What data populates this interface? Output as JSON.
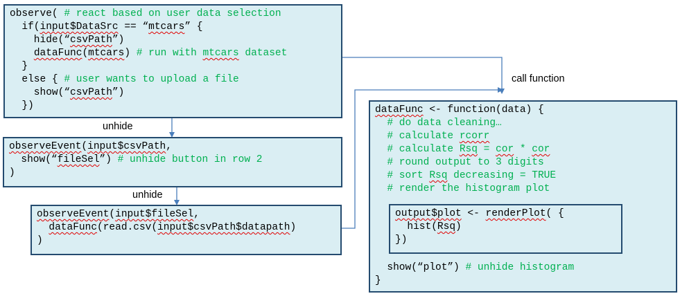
{
  "boxes": {
    "observe": {
      "lines": [
        [
          {
            "t": "observe( "
          },
          {
            "t": "# react based on user data selection",
            "c": "cm"
          }
        ],
        [
          {
            "t": "  if("
          },
          {
            "t": "input$DataSrc",
            "s": 1
          },
          {
            "t": " == “"
          },
          {
            "t": "mtcars",
            "s": 1
          },
          {
            "t": "” {"
          }
        ],
        [
          {
            "t": "    hide(“"
          },
          {
            "t": "csvPath",
            "s": 1
          },
          {
            "t": "”)"
          }
        ],
        [
          {
            "t": "    "
          },
          {
            "t": "dataFunc",
            "s": 1
          },
          {
            "t": "("
          },
          {
            "t": "mtcars",
            "s": 1
          },
          {
            "t": ") "
          },
          {
            "t": "# run with ",
            "c": "cm"
          },
          {
            "t": "mtcars",
            "c": "cm",
            "s": 1
          },
          {
            "t": " dataset",
            "c": "cm"
          }
        ],
        [
          {
            "t": "  }"
          }
        ],
        [
          {
            "t": "  else { "
          },
          {
            "t": "# user wants to upload a file",
            "c": "cm"
          }
        ],
        [
          {
            "t": "    show(“"
          },
          {
            "t": "csvPath",
            "s": 1
          },
          {
            "t": "”)"
          }
        ],
        [
          {
            "t": "  })"
          }
        ]
      ]
    },
    "observe_event_csv": {
      "lines": [
        [
          {
            "t": "observeEvent",
            "s": 1
          },
          {
            "t": "("
          },
          {
            "t": "input$csvPath",
            "s": 1
          },
          {
            "t": ","
          }
        ],
        [
          {
            "t": "  show(“"
          },
          {
            "t": "fileSel",
            "s": 1
          },
          {
            "t": "”) "
          },
          {
            "t": "# unhide button in row 2",
            "c": "cm"
          }
        ],
        [
          {
            "t": ")"
          }
        ]
      ]
    },
    "observe_event_file": {
      "lines": [
        [
          {
            "t": "observeEvent",
            "s": 1
          },
          {
            "t": "("
          },
          {
            "t": "input$fileSel",
            "s": 1
          },
          {
            "t": ","
          }
        ],
        [
          {
            "t": "  "
          },
          {
            "t": "dataFunc",
            "s": 1
          },
          {
            "t": "(read.csv("
          },
          {
            "t": "input$csvPath$datapath",
            "s": 1
          },
          {
            "t": ")"
          }
        ],
        [
          {
            "t": ")"
          }
        ]
      ]
    },
    "data_func": {
      "lines": [
        [
          {
            "t": "dataFunc",
            "s": 1
          },
          {
            "t": " <- function(data) {"
          }
        ],
        [
          {
            "t": "  "
          },
          {
            "t": "# do data cleaning…",
            "c": "cm"
          }
        ],
        [
          {
            "t": "  "
          },
          {
            "t": "# calculate ",
            "c": "cm"
          },
          {
            "t": "rcorr",
            "c": "cm",
            "s": 1
          }
        ],
        [
          {
            "t": "  "
          },
          {
            "t": "# calculate ",
            "c": "cm"
          },
          {
            "t": "Rsq",
            "c": "cm",
            "s": 1
          },
          {
            "t": " = ",
            "c": "cm"
          },
          {
            "t": "cor",
            "c": "cm",
            "s": 1
          },
          {
            "t": " * ",
            "c": "cm"
          },
          {
            "t": "cor",
            "c": "cm",
            "s": 1
          }
        ],
        [
          {
            "t": "  "
          },
          {
            "t": "# round output to 3 digits",
            "c": "cm"
          }
        ],
        [
          {
            "t": "  "
          },
          {
            "t": "# sort ",
            "c": "cm"
          },
          {
            "t": "Rsq",
            "c": "cm",
            "s": 1
          },
          {
            "t": " decreasing = TRUE",
            "c": "cm"
          }
        ],
        [
          {
            "t": "  "
          },
          {
            "t": "# render the histogram plot",
            "c": "cm"
          }
        ],
        [
          {
            "t": ""
          }
        ],
        [
          {
            "t": ""
          }
        ],
        [
          {
            "t": ""
          }
        ],
        [
          {
            "t": ""
          }
        ],
        [
          {
            "t": ""
          }
        ],
        [
          {
            "t": "  show(“plot”) "
          },
          {
            "t": "# unhide histogram",
            "c": "cm"
          }
        ],
        [
          {
            "t": "}"
          }
        ]
      ]
    },
    "render_plot": {
      "lines": [
        [
          {
            "t": "output$plot",
            "s": 1
          },
          {
            "t": " <- "
          },
          {
            "t": "renderPlot",
            "s": 1
          },
          {
            "t": "( {"
          }
        ],
        [
          {
            "t": "  hist("
          },
          {
            "t": "Rsq",
            "s": 1
          },
          {
            "t": ")"
          }
        ],
        [
          {
            "t": "})"
          }
        ]
      ]
    }
  },
  "arrow_labels": {
    "unhide_1": "unhide",
    "unhide_2": "unhide",
    "call_function": "call function"
  },
  "colors": {
    "box_fill": "#daeef3",
    "box_border": "#244b6f",
    "comment": "#00b050",
    "code": "#000000",
    "connector": "#4a7ebb",
    "squiggle": "#e00000"
  }
}
